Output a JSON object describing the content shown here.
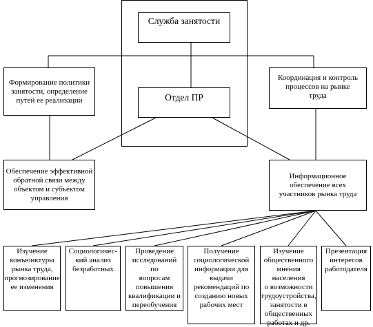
{
  "diagram": {
    "top": {
      "service": "Служба занятости",
      "department": "Отдел ПР"
    },
    "left": {
      "policy": "Формирование политики\nзанятости, определение\nпутей ее реализации",
      "feedback": "Обеспечение эффективной\nобратной связи между\nобъектом и субъектом\nуправления"
    },
    "right": {
      "coordination": "Координация и контроль\nпроцессов на рынке\nтруда",
      "information": "Информационное\nобеспечение всех\nучастников рынка труда"
    },
    "leaves": [
      "Изучение\nконъюнктуры\nрынка труда,\nпрогнозирование\nее изменения",
      "Социологичес-\nкий анализ\nбезработных",
      "Проведение\nисследований по\nвопросам\nповышения\nквалификации и\nпереобучения",
      "Получение\nсоциологической\nинформации для\nвыдачи\nрекомендаций по\nсозданию новых\nрабочих мест",
      "Изучение\nобщественного\nмнения населения\nо возможности\nтрудоустройства,\nзанятости в\nобщественных\nработах и др.",
      "Презентация\nинтересов\nработодателя"
    ]
  }
}
